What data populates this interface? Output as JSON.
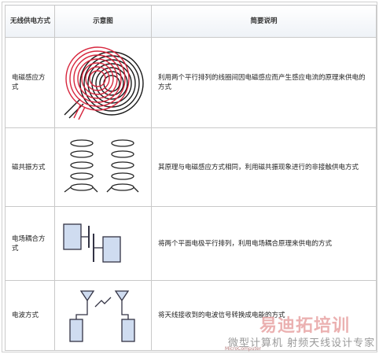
{
  "table": {
    "headers": [
      "无线供电方式",
      "示意图",
      "简要说明"
    ],
    "rows": [
      {
        "type": "电磁感应方式",
        "diagram": "coil-spirals",
        "description": "利用两个平行排列的线圈间因电磁感应而产生感应电流的原理来供电的方式"
      },
      {
        "type": "磁共振方式",
        "diagram": "helix-coils",
        "description": "其原理与电磁感应方式相同，利用磁共振现象进行的非接触供电方式"
      },
      {
        "type": "电场耦合方式",
        "diagram": "parallel-electrodes",
        "description": "将两个平面电极平行排列，利用电场耦合原理来供电的方式"
      },
      {
        "type": "电波方式",
        "diagram": "antennas",
        "description": "将天线接收到的电波信号转换成电能的方式"
      }
    ]
  },
  "watermark": {
    "brand": "易迪拓培训",
    "line2": "微型计算机 射频天线设计专家",
    "line3": "MicroComputer"
  },
  "colors": {
    "coil_red": "#d7263d",
    "coil_black": "#1a1a1a",
    "electrode_fill": "#cfdcf0",
    "electrode_stroke": "#334"
  }
}
